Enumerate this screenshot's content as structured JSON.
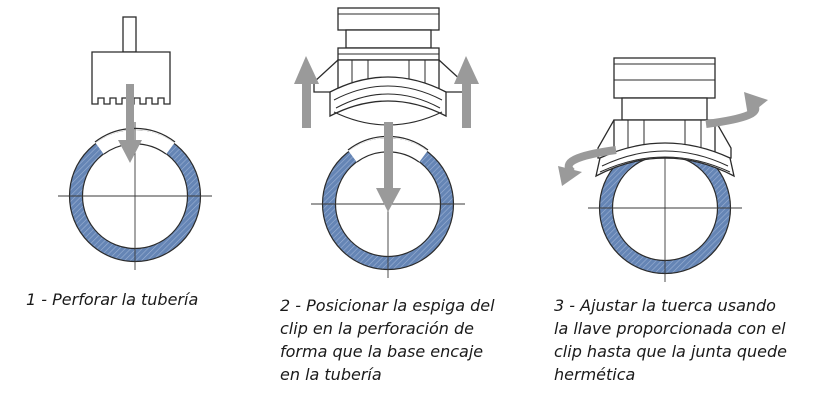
{
  "colors": {
    "ring_fill": "#6585b5",
    "ring_outline": "#2b2b2b",
    "arrow": "#9a9a9a",
    "line": "#3a3a3a"
  },
  "steps": [
    {
      "number": "1",
      "caption_lines": [
        "1 - Perforar la tubería"
      ]
    },
    {
      "number": "2",
      "caption_lines": [
        "2 - Posicionar la espiga del",
        "clip en la perforación de",
        "forma que la base encaje",
        "en la tubería"
      ]
    },
    {
      "number": "3",
      "caption_lines": [
        "3 - Ajustar la tuerca usando",
        "la llave proporcionada con el",
        "clip hasta que la junta quede",
        "hermética"
      ]
    }
  ]
}
